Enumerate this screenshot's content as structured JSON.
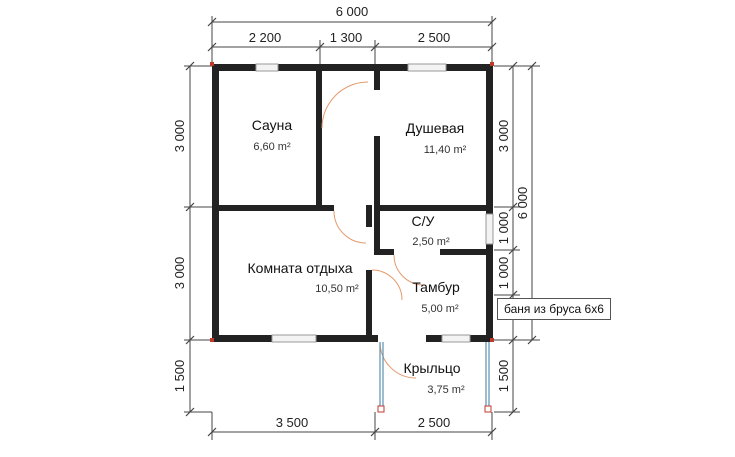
{
  "dimensions": {
    "top_total": "6 000",
    "top_segments": [
      "2 200",
      "1 300",
      "2 500"
    ],
    "bottom_segments": [
      "3 500",
      "2 500"
    ],
    "left_segments": [
      "3 000",
      "3 000",
      "1 500"
    ],
    "right_segments": [
      "3 000",
      "1 000",
      "1 000",
      "1 500"
    ],
    "right_total": "6 000"
  },
  "rooms": [
    {
      "name": "Сауна",
      "area": "6,60 m²"
    },
    {
      "name": "Душевая",
      "area": "11,40 m²"
    },
    {
      "name": "С/У",
      "area": "2,50 m²"
    },
    {
      "name": "Комната отдыха",
      "area": "10,50 m²"
    },
    {
      "name": "Тамбур",
      "area": "5,00 m²"
    },
    {
      "name": "Крыльцо",
      "area": "3,75 m²"
    }
  ],
  "tooltip": "баня из бруса 6х6"
}
